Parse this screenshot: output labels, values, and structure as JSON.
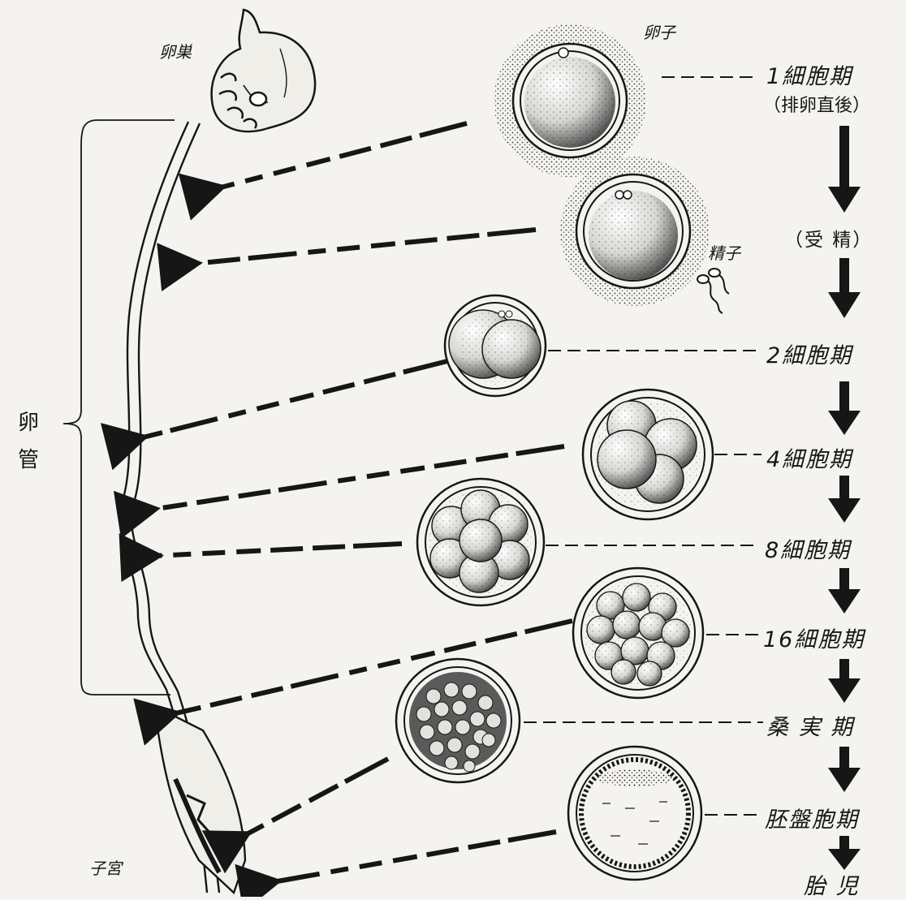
{
  "labels": {
    "ovary": "卵巣",
    "egg": "卵子",
    "sperm": "精子",
    "uterus": "子宮",
    "oviduct_1": "卵",
    "oviduct_2": "管"
  },
  "stages": [
    {
      "key": "one_cell",
      "text": "1細胞期",
      "note": "（排卵直後）"
    },
    {
      "key": "fertilization",
      "text": "（受 精）"
    },
    {
      "key": "two_cell",
      "text": "2細胞期"
    },
    {
      "key": "four_cell",
      "text": "4細胞期"
    },
    {
      "key": "eight_cell",
      "text": "8細胞期"
    },
    {
      "key": "sixteen_cell",
      "text": "16細胞期"
    },
    {
      "key": "morula",
      "text": "桑 実 期"
    },
    {
      "key": "blastocyst",
      "text": "胚盤胞期"
    },
    {
      "key": "fetus",
      "text": "胎 児"
    }
  ],
  "colors": {
    "ink": "#161616",
    "paper": "#f4f3ef",
    "faint": "#d9d8d3"
  }
}
